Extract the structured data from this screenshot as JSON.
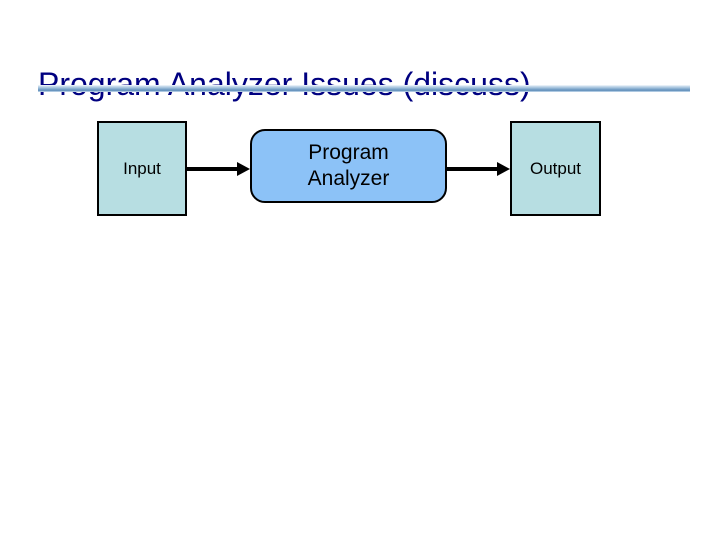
{
  "slide": {
    "title": "Program Analyzer Issues (discuss)",
    "title_color": "#000080",
    "background_color": "#ffffff"
  },
  "divider": {
    "name": "title-underline-bar",
    "gradient_light": "#cfe0ef",
    "gradient_dark": "#5e8cb8"
  },
  "diagram": {
    "type": "flow",
    "nodes": [
      {
        "id": "input",
        "label": "Input",
        "shape": "rectangle",
        "fill": "#b7dee2",
        "border": "#000000"
      },
      {
        "id": "analyzer",
        "label": "Program\nAnalyzer",
        "shape": "rounded-rectangle",
        "fill": "#8cc2f7",
        "border": "#000000"
      },
      {
        "id": "output",
        "label": "Output",
        "shape": "rectangle",
        "fill": "#b7dee2",
        "border": "#000000"
      }
    ],
    "edges": [
      {
        "id": "input-to-analyzer",
        "from": "input",
        "to": "analyzer",
        "style": "solid-arrow",
        "color": "#000000"
      },
      {
        "id": "analyzer-to-output",
        "from": "analyzer",
        "to": "output",
        "style": "solid-arrow",
        "color": "#000000"
      }
    ]
  }
}
